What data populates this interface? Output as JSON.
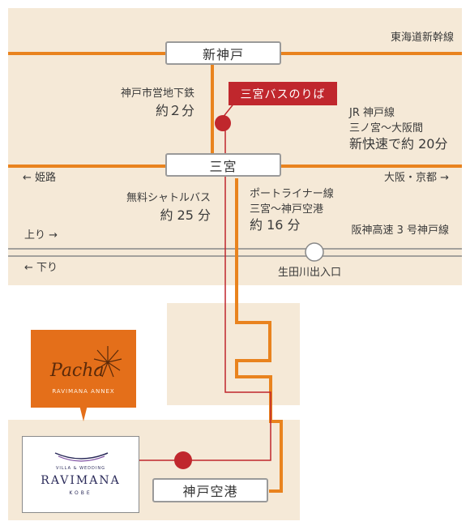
{
  "colors": {
    "beige": "#f5e9d7",
    "orange_route": "#e9831e",
    "red_route": "#c0272d",
    "rail_gray": "#888888",
    "pacha_orange": "#e46f1a",
    "ravimana_navy": "#2b2b5a"
  },
  "stations": {
    "shin_kobe": "新神戸",
    "sannomiya": "三宮",
    "kobe_airport": "神戸空港"
  },
  "bus_stop": "三宮バスのりば",
  "lines": {
    "tokaido_shinkansen": "東海道新幹線",
    "subway_line1": "神戸市営地下鉄",
    "subway_line2": "約２分",
    "jr_line1": "JR 神戸線",
    "jr_line2": "三ノ宮〜大阪間",
    "jr_line3": "新快速で約 20分",
    "to_himeji": "← 姫路",
    "to_osaka": "大阪・京都 →",
    "shuttle_line1": "無料シャトルバス",
    "shuttle_line2": "約 25 分",
    "portliner_line1": "ポートライナー線",
    "portliner_line2": "三宮〜神戸空港",
    "portliner_line3": "約 16 分",
    "highway": "阪神高速 3 号神戸線",
    "up": "上り →",
    "down": "← 下り",
    "ikutagawa": "生田川出入口"
  },
  "venues": {
    "pacha_logo": "Pacha",
    "pacha_sub": "RAVIMANA ANNEX",
    "ravimana_small": "VILLA & WEDDING",
    "ravimana_name": "RAVIMANA",
    "ravimana_city": "KOBE"
  }
}
